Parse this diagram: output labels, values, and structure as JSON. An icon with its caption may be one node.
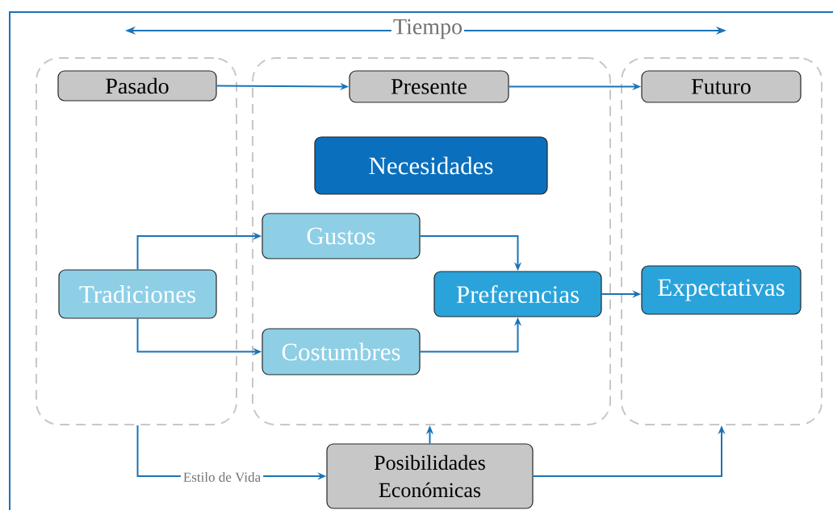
{
  "diagram": {
    "nodes": [
      {
        "text": [],
        "shape": "box"
      },
      {
        "text": [
          "Pasado"
        ],
        "in": 0
      },
      {
        "text": [
          "Tradiciones"
        ],
        "in": 0
      },
      {
        "text": [],
        "shape": "box"
      },
      {
        "text": [
          "Presente"
        ],
        "in": 3
      },
      {
        "text": [
          "Necesidades"
        ],
        "in": 3
      },
      {
        "text": [
          "Gustos"
        ],
        "in": 3
      },
      {
        "text": [
          "Costumbres"
        ],
        "in": 3
      },
      {
        "text": [
          "Preferencias"
        ],
        "in": 3
      },
      {
        "text": [],
        "shape": "box"
      },
      {
        "text": [
          "Futuro"
        ],
        "in": 9
      },
      {
        "text": [
          "Expectativas"
        ],
        "in": 9
      },
      {
        "text": [
          "Posibilidades Económicas"
        ]
      }
    ],
    "edges": [
      {
        "from": 1,
        "to": 4,
        "arrow": "to"
      },
      {
        "from": 4,
        "to": 10,
        "arrow": "to"
      },
      {
        "from": 2,
        "to": 6,
        "arrow": "to"
      },
      {
        "from": 2,
        "to": 7,
        "arrow": "to"
      },
      {
        "from": 6,
        "to": 8,
        "arrow": "to"
      },
      {
        "from": 7,
        "to": 8,
        "arrow": "to"
      },
      {
        "from": 8,
        "to": 11,
        "arrow": "to"
      },
      {
        "from": 0,
        "to": 12,
        "label": "Estilo de Vida",
        "arrow": "to"
      },
      {
        "from": 12,
        "to": 3,
        "arrow": "to"
      },
      {
        "from": 12,
        "to": 9,
        "arrow": "to"
      }
    ],
    "labels": [
      "Tiempo"
    ]
  }
}
